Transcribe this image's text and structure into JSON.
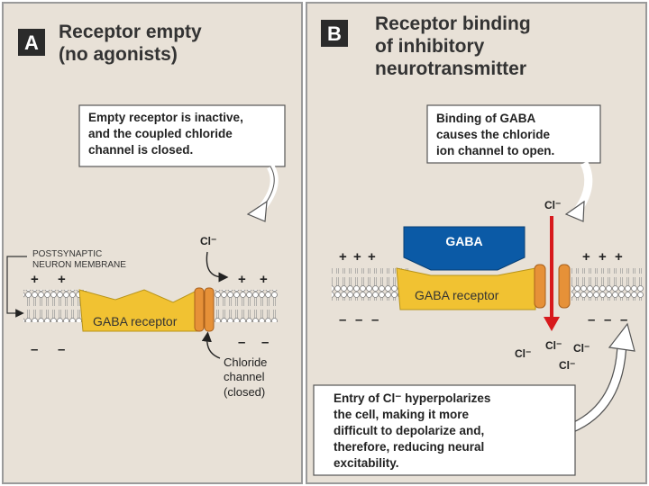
{
  "panel_a": {
    "badge": "A",
    "title_line1": "Receptor empty",
    "title_line2": "(no agonists)",
    "callout_line1": "Empty receptor is inactive,",
    "callout_line2": "and the coupled chloride",
    "callout_line3": "channel is closed.",
    "membrane_label_line1": "POSTSYNAPTIC",
    "membrane_label_line2": "NEURON MEMBRANE",
    "receptor_label": "GABA receptor",
    "ion_label": "Cl⁻",
    "channel_label_line1": "Chloride",
    "channel_label_line2": "channel",
    "channel_label_line3": "(closed)",
    "plus": "+",
    "minus": "–"
  },
  "panel_b": {
    "badge": "B",
    "title_line1": "Receptor binding",
    "title_line2": "of inhibitory",
    "title_line3": "neurotransmitter",
    "callout_top_line1": "Binding of GABA",
    "callout_top_line2": "causes the chloride",
    "callout_top_line3": "ion channel to open.",
    "gaba_label": "GABA",
    "receptor_label": "GABA receptor",
    "ion_label": "Cl⁻",
    "callout_bottom_line1": "Entry of Cl⁻ hyperpolarizes",
    "callout_bottom_line2": "the cell, making it more",
    "callout_bottom_line3": "difficult to depolarize and,",
    "callout_bottom_line4": "therefore, reducing neural",
    "callout_bottom_line5": "excitability.",
    "plus": "+",
    "minus": "–"
  },
  "colors": {
    "panel_bg": "#e8e1d7",
    "panel_border": "#9a9a9a",
    "badge_bg": "#2b2b2b",
    "receptor_fill": "#f1c232",
    "channel_fill": "#e69138",
    "gaba_fill": "#0b5aa6",
    "arrow_red": "#d7191c",
    "membrane_stroke": "#8a8a8a"
  }
}
